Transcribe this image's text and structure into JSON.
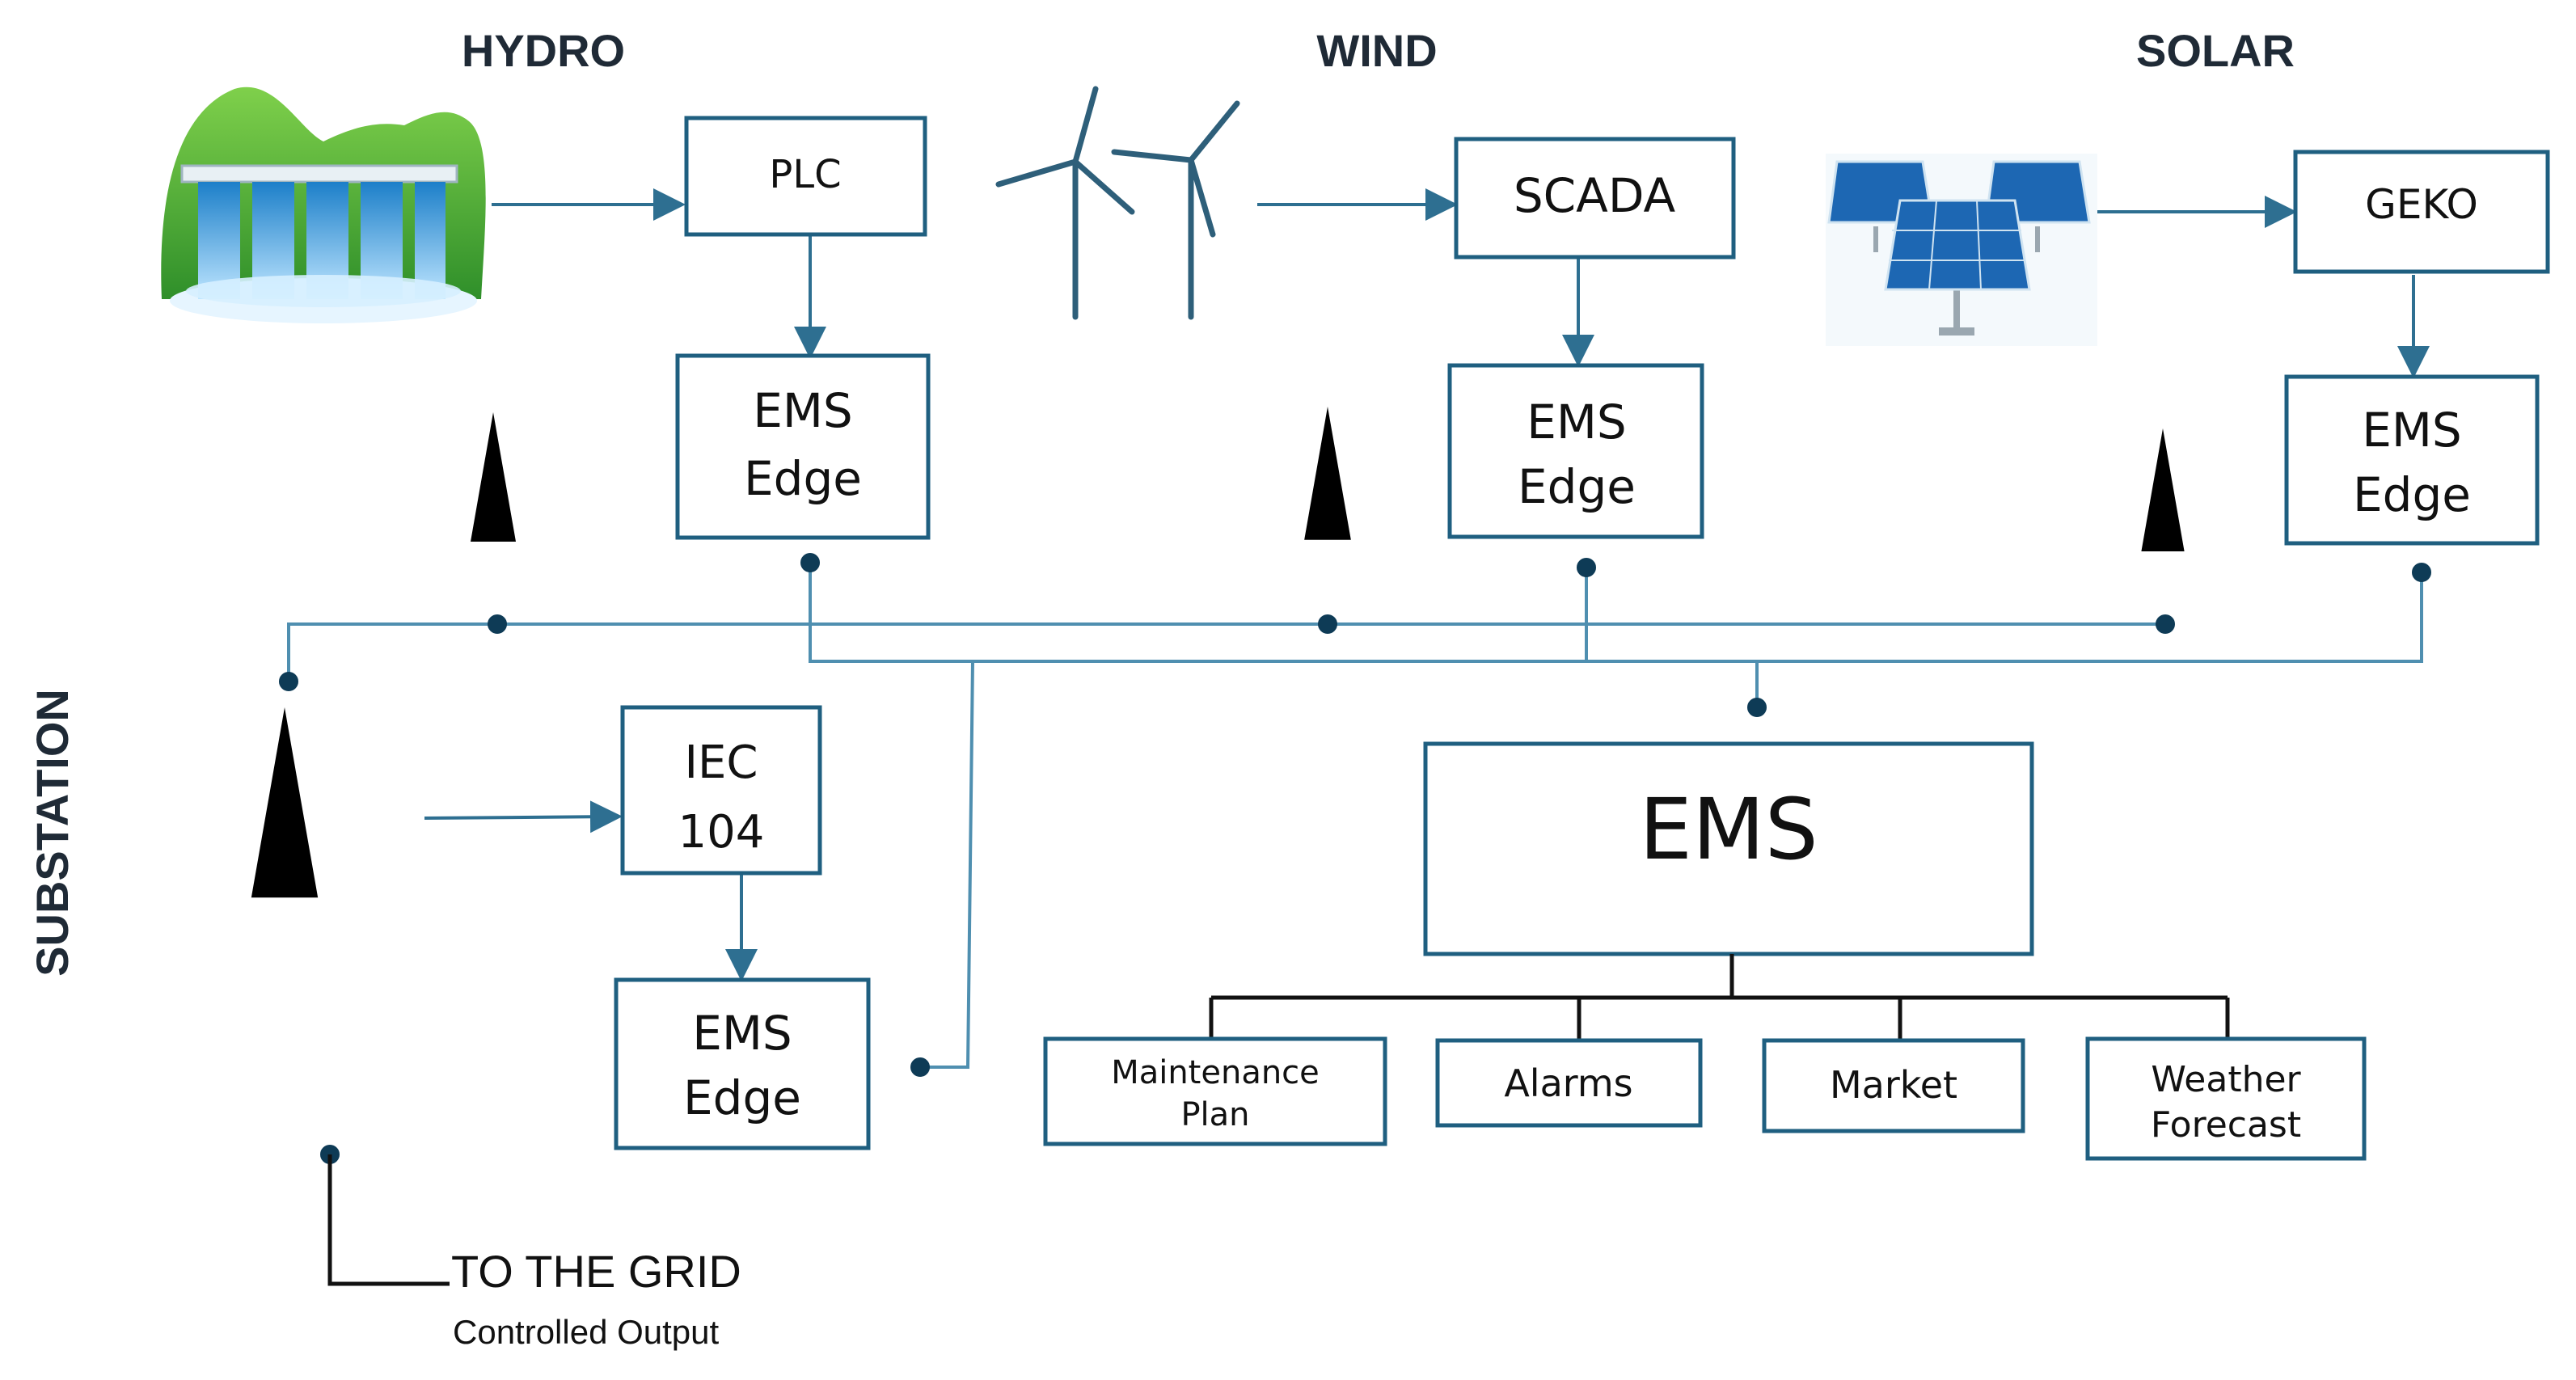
{
  "headings": {
    "hydro": "HYDRO",
    "wind": "WIND",
    "solar": "SOLAR",
    "substation": "SUBSTATION"
  },
  "boxes": {
    "plc": "PLC",
    "scada": "SCADA",
    "geko": "GEKO",
    "iec_line1": "IEC",
    "iec_line2": "104",
    "ems_edge_line1": "EMS",
    "ems_edge_line2": "Edge",
    "ems": "EMS"
  },
  "modules": {
    "maintenance_line1": "Maintenance",
    "maintenance_line2": "Plan",
    "alarms": "Alarms",
    "market": "Market",
    "weather_line1": "Weather",
    "weather_line2": "Forecast"
  },
  "grid": {
    "label": "TO THE GRID",
    "sublabel": "Controlled Output"
  },
  "colors": {
    "box_border": "#1f5f80",
    "flow_line": "#2e6f91",
    "node_dot": "#0e3b56"
  },
  "icons": [
    "hydro-dam-icon",
    "wind-turbine-icon",
    "solar-panel-icon",
    "transmission-tower-icon"
  ]
}
